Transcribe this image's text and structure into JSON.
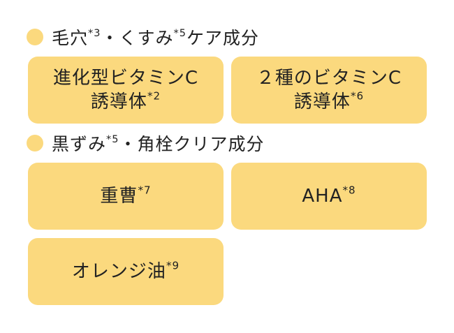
{
  "colors": {
    "accent": "#fbd97e",
    "text": "#222222",
    "background": "#ffffff"
  },
  "sections": [
    {
      "title": "毛穴",
      "title_note": "*3",
      "title_mid": "・くすみ",
      "title_note2": "*5",
      "title_tail": "ケア成分",
      "cards": [
        {
          "line1": "進化型ビタミンC",
          "line2": "誘導体",
          "note": "*2"
        },
        {
          "line1": "２種のビタミンC",
          "line2": "誘導体",
          "note": "*6"
        }
      ]
    },
    {
      "title": "黒ずみ",
      "title_note": "*5",
      "title_tail": "・角栓クリア成分",
      "cards": [
        {
          "line1": "重曹",
          "note": "*7"
        },
        {
          "line1": "AHA",
          "note": "*8"
        },
        {
          "line1": "オレンジ油",
          "note": "*9"
        }
      ]
    }
  ]
}
